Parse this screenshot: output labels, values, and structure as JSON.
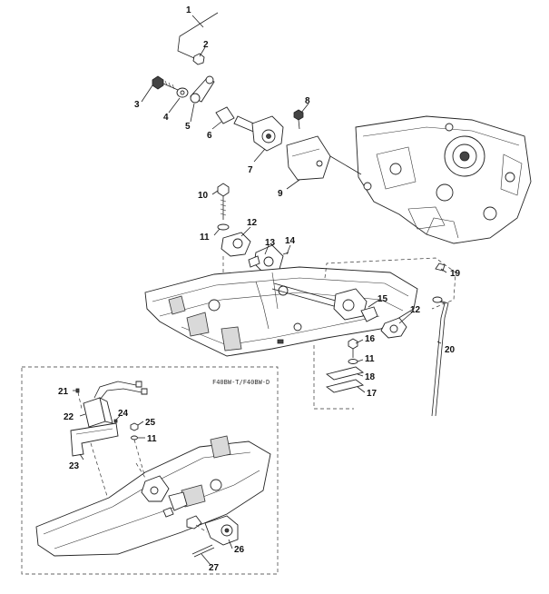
{
  "diagram": {
    "inset_title": "F40BW-T/F40BW-D",
    "callouts": [
      {
        "id": "c1",
        "text": "1"
      },
      {
        "id": "c2",
        "text": "2"
      },
      {
        "id": "c3",
        "text": "3"
      },
      {
        "id": "c4",
        "text": "4"
      },
      {
        "id": "c5",
        "text": "5"
      },
      {
        "id": "c6",
        "text": "6"
      },
      {
        "id": "c7",
        "text": "7"
      },
      {
        "id": "c8",
        "text": "8"
      },
      {
        "id": "c9",
        "text": "9"
      },
      {
        "id": "c10",
        "text": "10"
      },
      {
        "id": "c11a",
        "text": "11"
      },
      {
        "id": "c12a",
        "text": "12"
      },
      {
        "id": "c13",
        "text": "13"
      },
      {
        "id": "c14",
        "text": "14"
      },
      {
        "id": "c15",
        "text": "15"
      },
      {
        "id": "c12b",
        "text": "12"
      },
      {
        "id": "c16",
        "text": "16"
      },
      {
        "id": "c11b",
        "text": "11"
      },
      {
        "id": "c18",
        "text": "18"
      },
      {
        "id": "c17",
        "text": "17"
      },
      {
        "id": "c19",
        "text": "19"
      },
      {
        "id": "c20",
        "text": "20"
      },
      {
        "id": "c21",
        "text": "21"
      },
      {
        "id": "c22",
        "text": "22"
      },
      {
        "id": "c24",
        "text": "24"
      },
      {
        "id": "c25",
        "text": "25"
      },
      {
        "id": "c11c",
        "text": "11"
      },
      {
        "id": "c23",
        "text": "23"
      },
      {
        "id": "c26",
        "text": "26"
      },
      {
        "id": "c27",
        "text": "27"
      }
    ]
  }
}
